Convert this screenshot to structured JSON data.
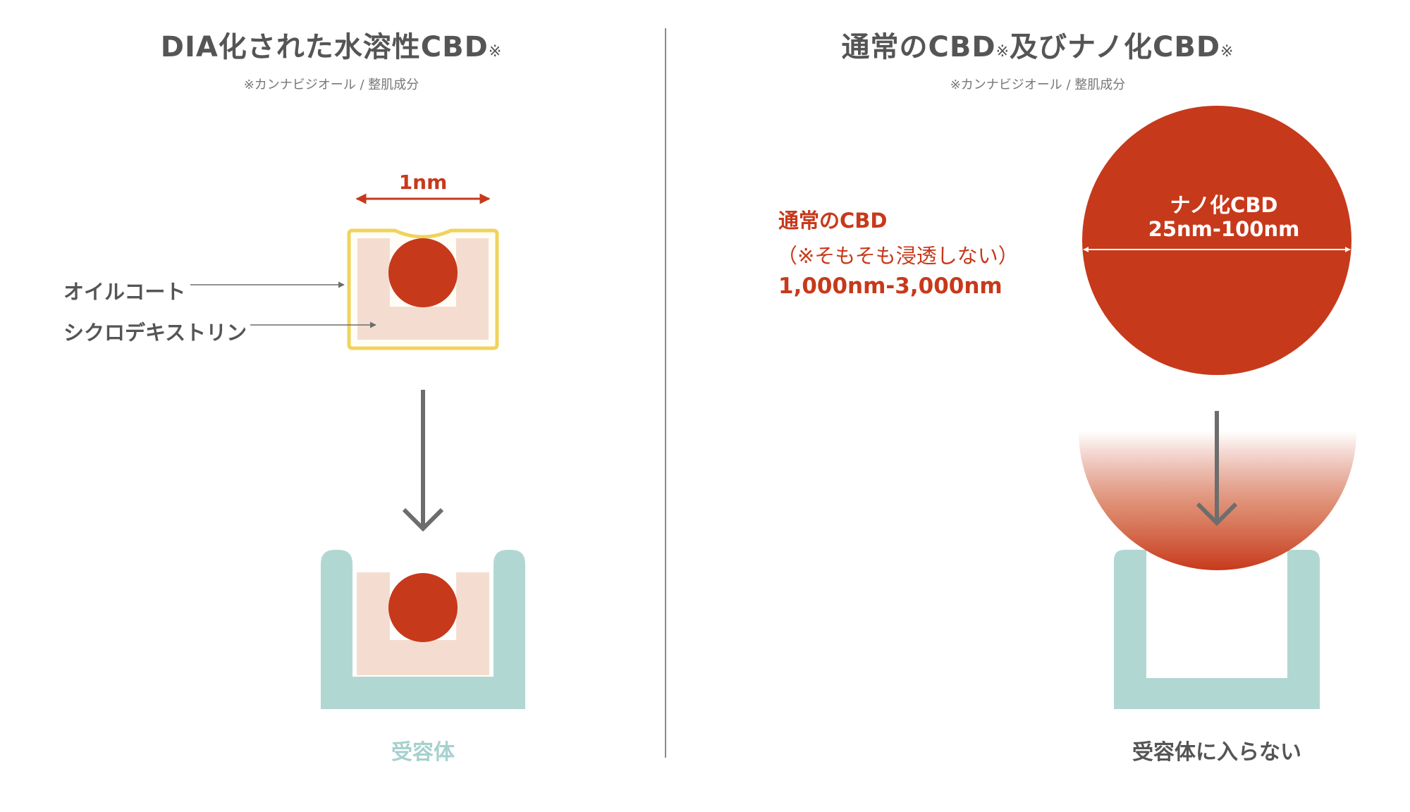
{
  "left": {
    "title": "DIA化された水溶性CBD",
    "title_mark": "※",
    "note": "※カンナビジオール / 整肌成分",
    "measure": "1nm",
    "oil_coat_label": "オイルコート",
    "cyclodextrin_label": "シクロデキストリン",
    "receptor_label": "受容体"
  },
  "right": {
    "title_part1": "通常のCBD",
    "title_mark1": "※",
    "title_part2": "及びナノ化CBD",
    "title_mark2": "※",
    "note": "※カンナビジオール / 整肌成分",
    "normal_cbd_title": "通常のCBD",
    "normal_cbd_note": "（※そもそも浸透しない）",
    "normal_cbd_size": "1,000nm-3,000nm",
    "nano_cbd_name": "ナノ化CBD",
    "nano_cbd_size": "25nm-100nm",
    "not_enter_label": "受容体に入らない"
  },
  "colors": {
    "cbd_red": "#c7391b",
    "oil_coat_yellow": "#f0d35a",
    "cyclodextrin_pink": "#f4ddd0",
    "receptor_teal": "#b1d7d3",
    "arrow_gray": "#6d6d6d",
    "text_gray": "#555555",
    "divider_gray": "#8a8a8a"
  }
}
